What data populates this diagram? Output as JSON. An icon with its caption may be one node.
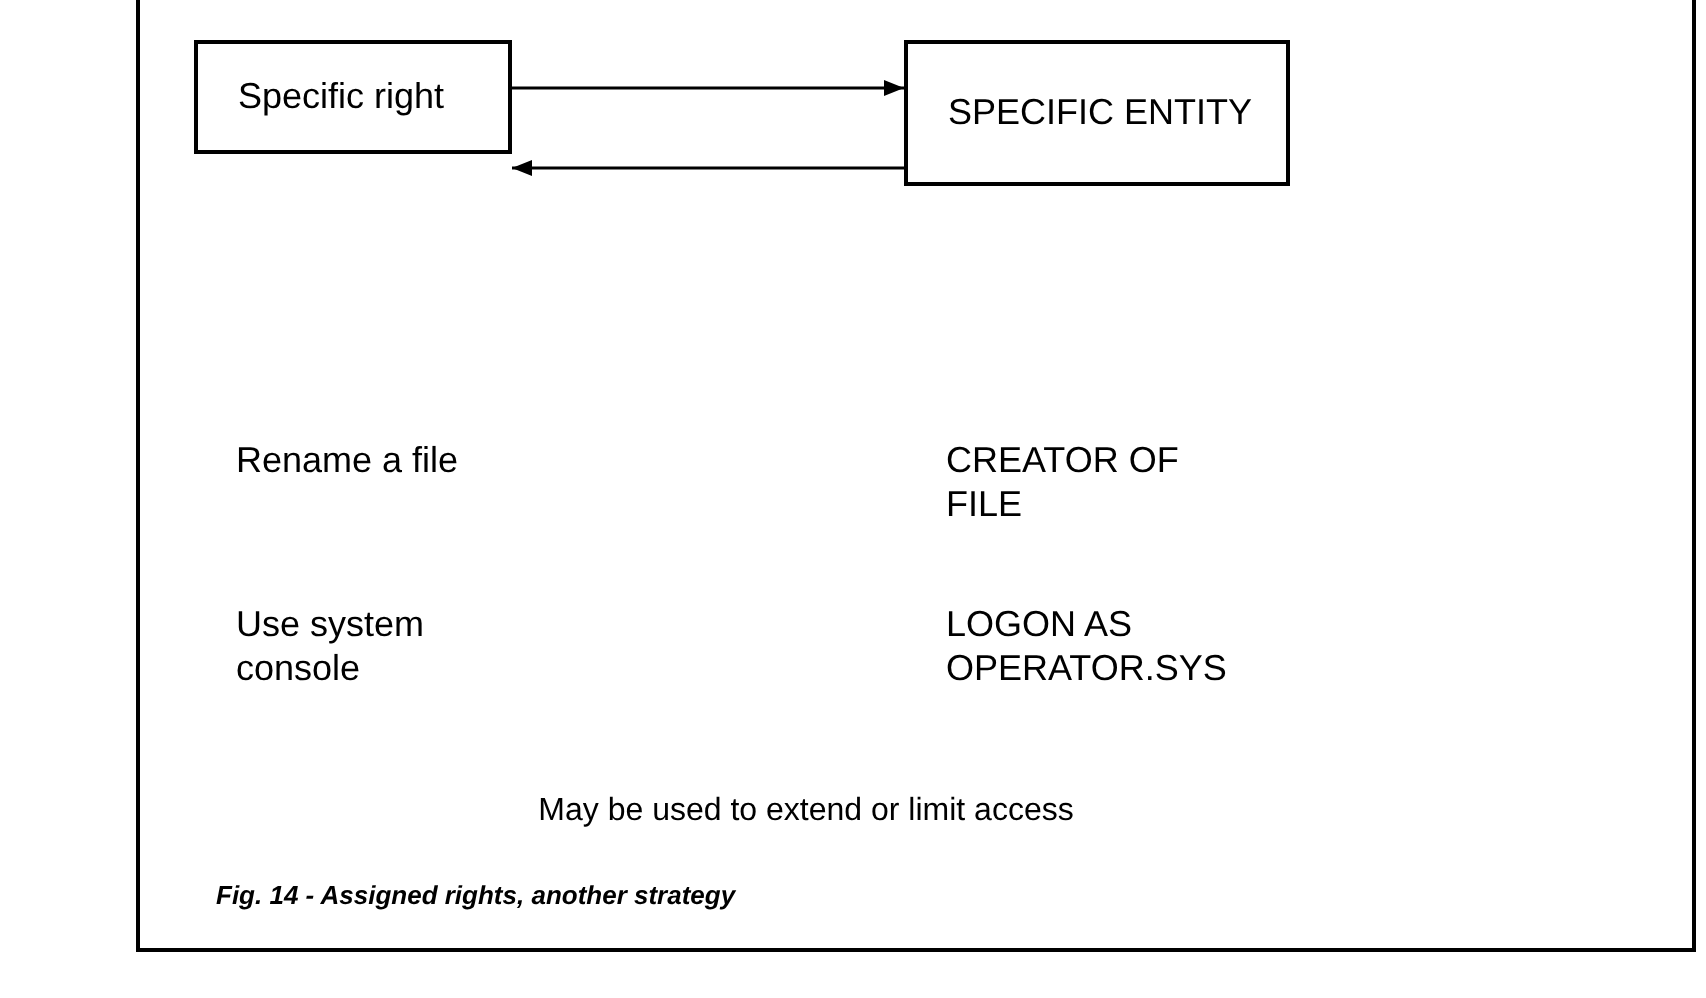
{
  "diagram": {
    "caption": "Fig. 14 - Assigned rights, another strategy",
    "nodes": [
      {
        "text": [
          "Specific right"
        ]
      },
      {
        "text": [
          "SPECIFIC ENTITY"
        ]
      }
    ],
    "edges": [
      {
        "from": 0,
        "to": 1,
        "arrow": "to"
      },
      {
        "from": 1,
        "to": 0,
        "arrow": "to"
      }
    ],
    "labels": [
      "Rename a file",
      "CREATOR OF FILE",
      "Use system console",
      "LOGON AS OPERATOR.SYS",
      "May be used to extend or limit access"
    ]
  }
}
